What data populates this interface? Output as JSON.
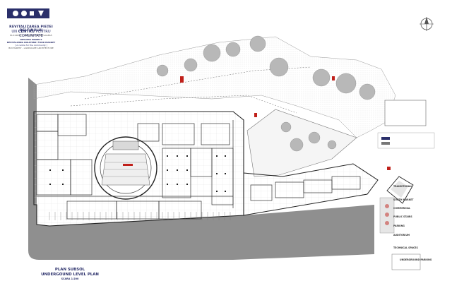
{
  "header": {
    "project_title": "REVITALIZAREA PIEȚEI DELFINULUI",
    "subtitle_prefix": "UN",
    "subtitle_strong": "CENTRU",
    "subtitle_suffix": "PENTRU COMUNITATE",
    "subtitle_city": "BUCUREȘTI - ARHITECTURĂ PEISAGERĂ",
    "diploma_label": "DIPLOMA PROIECT",
    "english_title": "REVITALIZING DOLPHINS' FOOD MARKET",
    "english_subtitle": "[ A centre for the community ]",
    "english_city": "BUCHAREST - LANDSCAPE ARCHITECTURE"
  },
  "plan_title": {
    "line1": "PLAN SUBSOL",
    "line2": "UNDERGOUND LEVEL PLAN",
    "scale": "SCARA 1:200"
  },
  "legend": {
    "items": [
      "TRANSITIONAL",
      "SOUTH MARKET",
      "COMMERCIAL",
      "PUBLIC STAIRS",
      "PARKING",
      "AUDITORIUM",
      "TECHNICAL SPACES",
      "UNDERGROUND PARKING"
    ]
  },
  "colors": {
    "ink": "#2a2f6a",
    "accent_red": "#c0201a",
    "ground_gray": "#8f8f8f",
    "tree_gray": "#b8b8b8"
  }
}
